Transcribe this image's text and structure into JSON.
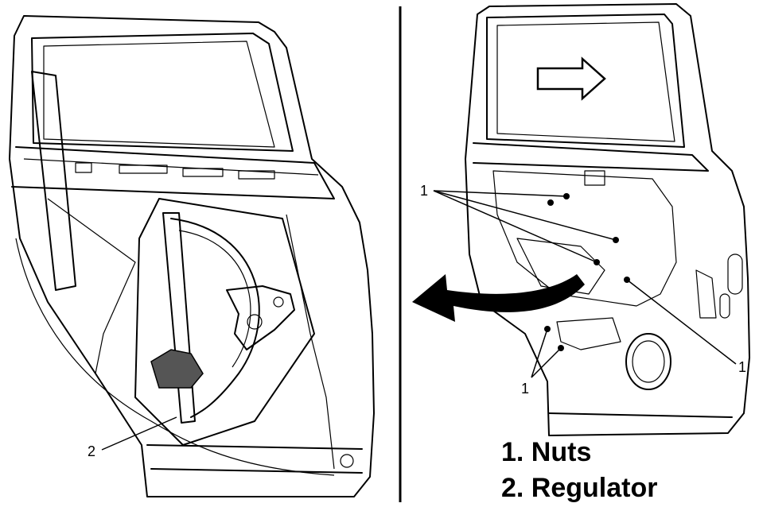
{
  "callouts": {
    "left_regulator": "2",
    "right_nuts_upper": "1",
    "right_nuts_right": "1",
    "right_nuts_lower": "1"
  },
  "legend": [
    {
      "text": "1. Nuts"
    },
    {
      "text": "2. Regulator"
    }
  ],
  "colors": {
    "line": "#000000",
    "background": "#ffffff"
  },
  "icons": [
    "arrow-right-outline-icon",
    "curved-arrow-left-icon"
  ]
}
